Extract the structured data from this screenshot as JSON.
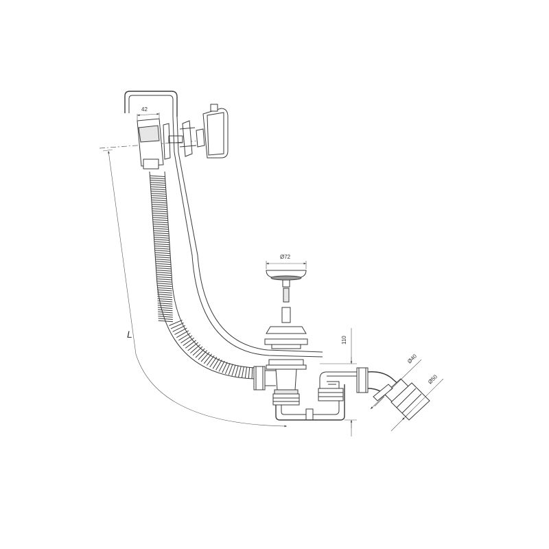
{
  "labels": {
    "overflow_width": "42",
    "plug_diameter": "Ø72",
    "length": "L",
    "height": "110",
    "outlet_diameter_small": "Ø40",
    "outlet_diameter_large": "Ø50"
  }
}
